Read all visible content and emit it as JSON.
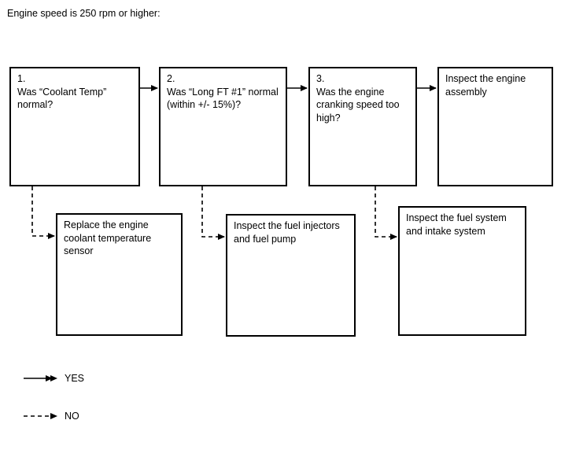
{
  "heading": "Engine speed is 250 rpm or higher:",
  "colors": {
    "stroke": "#000000",
    "background": "#ffffff",
    "text": "#000000"
  },
  "nodes": {
    "q1": {
      "number": "1.",
      "text": "1.\nWas “Coolant Temp” normal?"
    },
    "q2": {
      "number": "2.",
      "text": "2.\nWas “Long FT #1” normal (within +/- 15%)?"
    },
    "q3": {
      "number": "3.",
      "text": "3.\nWas the engine cranking speed too high?"
    },
    "engine_assembly": {
      "text": "Inspect the engine assembly"
    },
    "coolant_sensor": {
      "text": "Replace the engine coolant temperature sensor"
    },
    "fuel_injectors": {
      "text": "Inspect the fuel injectors and fuel pump"
    },
    "fuel_intake": {
      "text": "Inspect the fuel system and intake system"
    }
  },
  "edges": [
    {
      "id": "q1-to-q2",
      "from": "q1",
      "to": "q2",
      "kind": "solid",
      "answer": "YES"
    },
    {
      "id": "q2-to-q3",
      "from": "q2",
      "to": "q3",
      "kind": "solid",
      "answer": "YES"
    },
    {
      "id": "q3-to-engine-assembly",
      "from": "q3",
      "to": "engine_assembly",
      "kind": "solid",
      "answer": "YES"
    },
    {
      "id": "q1-to-coolant-sensor",
      "from": "q1",
      "to": "coolant_sensor",
      "kind": "dashed",
      "answer": "NO"
    },
    {
      "id": "q2-to-fuel-injectors",
      "from": "q2",
      "to": "fuel_injectors",
      "kind": "dashed",
      "answer": "NO"
    },
    {
      "id": "q3-to-fuel-intake",
      "from": "q3",
      "to": "fuel_intake",
      "kind": "dashed",
      "answer": "NO"
    }
  ],
  "legend": {
    "yes": "YES",
    "no": "NO"
  }
}
